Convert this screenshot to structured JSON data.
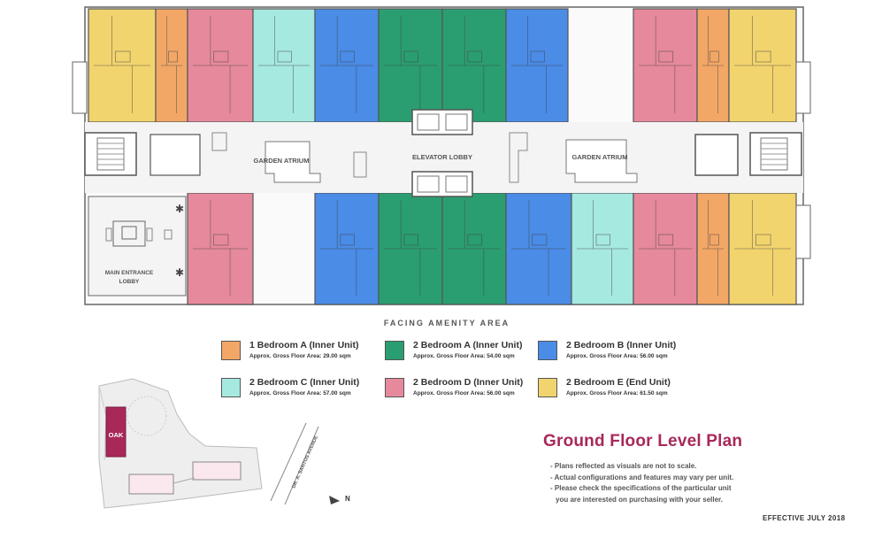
{
  "plan": {
    "labels": {
      "garden_atrium_left": "GARDEN ATRIUM",
      "garden_atrium_right": "GARDEN ATRIUM",
      "elevator_lobby": "ELEVATOR LOBBY",
      "main_entrance_line1": "MAIN ENTRANCE",
      "main_entrance_line2": "LOBBY",
      "facing": "FACING  AMENITY  AREA"
    },
    "colors": {
      "bedroom_1a": "#f2a766",
      "bedroom_2a": "#2a9e70",
      "bedroom_2b": "#4a8ce6",
      "bedroom_2c": "#a6e9e0",
      "bedroom_2d": "#e6899c",
      "bedroom_2e": "#f2d46e"
    }
  },
  "legend": {
    "items": [
      {
        "name": "1 Bedroom A (Inner Unit)",
        "area": "Approx. Gross Floor Area: 29.00 sqm",
        "color": "#f2a766"
      },
      {
        "name": "2 Bedroom A (Inner Unit)",
        "area": "Approx. Gross Floor Area: 54.00 sqm",
        "color": "#2a9e70"
      },
      {
        "name": "2 Bedroom B (Inner Unit)",
        "area": "Approx. Gross Floor Area: 56.00 sqm",
        "color": "#4a8ce6"
      },
      {
        "name": "2 Bedroom C (Inner Unit)",
        "area": "Approx. Gross Floor Area: 57.00 sqm",
        "color": "#a6e9e0"
      },
      {
        "name": "2 Bedroom D (Inner Unit)",
        "area": "Approx. Gross Floor Area: 56.00 sqm",
        "color": "#e6899c"
      },
      {
        "name": "2 Bedroom E (End Unit)",
        "area": "Approx. Gross Floor Area: 61.50 sqm",
        "color": "#f2d46e"
      }
    ]
  },
  "site_map": {
    "oak_label": "OAK",
    "road_label": "DR. A. SANTOS AVENUE",
    "north_label": "N",
    "oak_color": "#a8285a"
  },
  "title": "Ground Floor Level Plan",
  "notes": [
    "- Plans reflected as visuals are not to scale.",
    "- Actual configurations and features may vary per unit.",
    "- Please check the specifications of the particular unit",
    "  you are interested on purchasing with your seller."
  ],
  "effective": "EFFECTIVE JULY 2018"
}
